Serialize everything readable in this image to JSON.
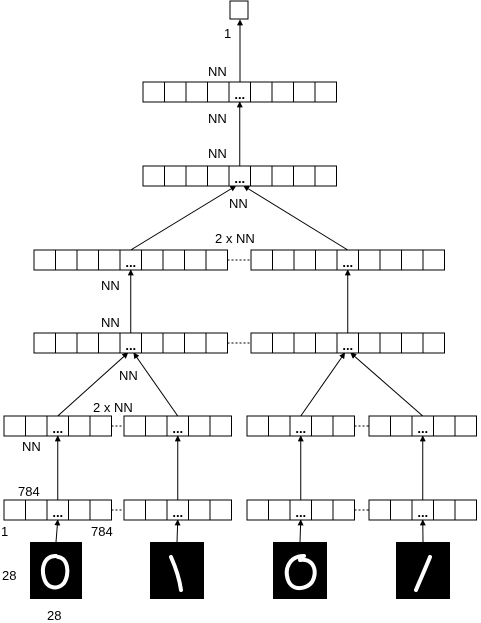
{
  "labels": {
    "output_size": "1",
    "nn_top_1": "NN",
    "nn_top_2": "NN",
    "nn_top_3": "NN",
    "nn_top_4": "NN",
    "two_nn_upper": "2 x NN",
    "nn_mid_1": "NN",
    "nn_mid_2": "NN",
    "nn_mid_3": "NN",
    "two_nn_lower": "2 x NN",
    "nn_bottom": "NN",
    "dim_784_top": "784",
    "dim_1": "1",
    "dim_784_right": "784",
    "img_height": "28",
    "img_width": "28",
    "ellipsis": "..."
  },
  "digits": [
    "0",
    "1",
    "0",
    "1"
  ],
  "colors": {
    "line": "#000000",
    "image_bg": "#000000",
    "stroke_digit": "#ffffff"
  }
}
